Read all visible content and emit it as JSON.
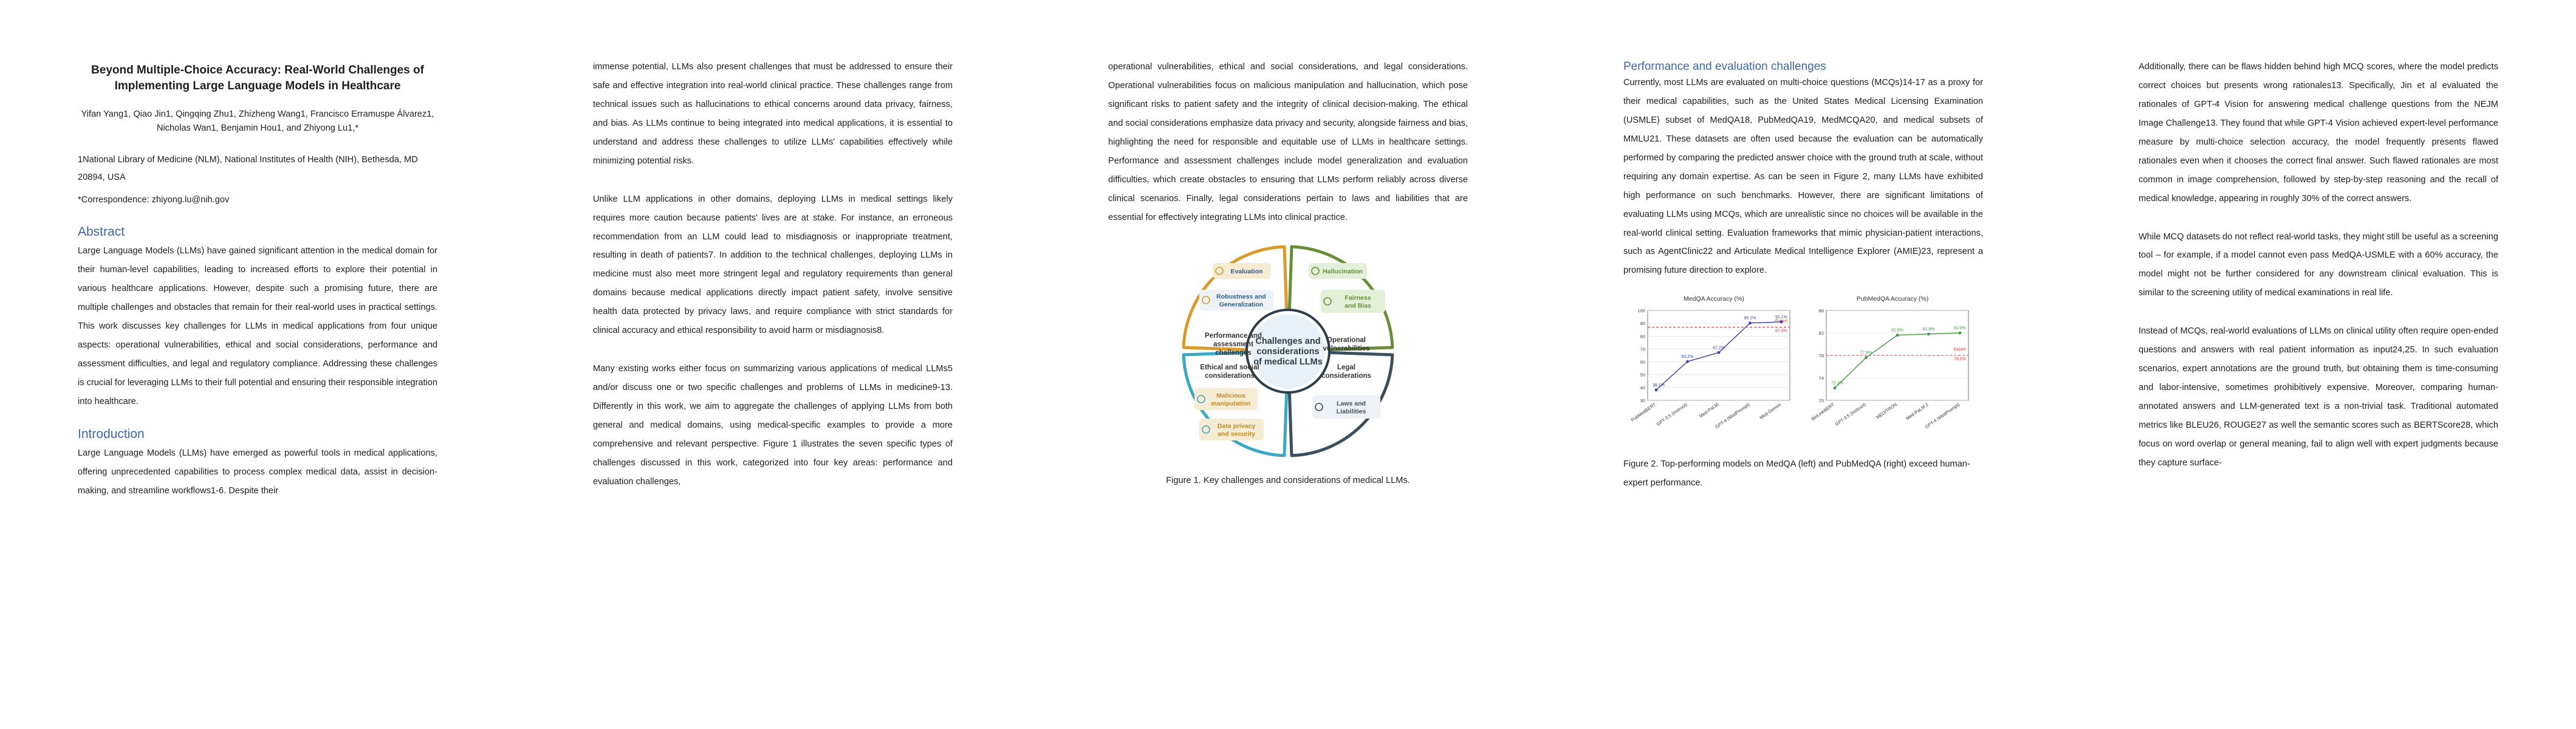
{
  "paper": {
    "title": "Beyond Multiple-Choice Accuracy: Real-World Challenges of Implementing Large Language Models in Healthcare",
    "authors": "Yifan Yang1, Qiao Jin1, Qingqing Zhu1, Zhizheng Wang1, Francisco Erramuspe Álvarez1, Nicholas Wan1, Benjamin Hou1, and Zhiyong Lu1,*",
    "affiliation": "1National Library of Medicine (NLM), National Institutes of Health (NIH), Bethesda, MD 20894, USA",
    "correspondence": "*Correspondence: zhiyong.lu@nih.gov"
  },
  "sections": {
    "abstract_heading": "Abstract",
    "abstract": "Large Language Models (LLMs) have gained significant attention in the medical domain for their human-level capabilities, leading to increased efforts to explore their potential in various healthcare applications. However, despite such a promising future, there are multiple challenges and obstacles that remain for their real-world uses in practical settings. This work discusses key challenges for LLMs in medical applications from four unique aspects: operational vulnerabilities, ethical and social considerations, performance and assessment difficulties, and legal and regulatory compliance. Addressing these challenges is crucial for leveraging LLMs to their full potential and ensuring their responsible integration into healthcare.",
    "intro_heading": "Introduction",
    "intro_p1_start": "Large Language Models (LLMs) have emerged as powerful tools in medical applications, offering unprecedented capabilities to process complex medical data, assist in decision-making, and streamline workflows1-6. Despite their",
    "page2_p1": "immense potential, LLMs also present challenges that must be addressed to ensure their safe and effective integration into real-world clinical practice. These challenges range from technical issues such as hallucinations to ethical concerns around data privacy, fairness, and bias. As LLMs continue to being integrated into medical applications, it is essential to understand and address these challenges to utilize LLMs' capabilities effectively while minimizing potential risks.",
    "page2_p2": "Unlike LLM applications in other domains, deploying LLMs in medical settings likely requires more caution because patients' lives are at stake. For instance, an erroneous recommendation from an LLM could lead to misdiagnosis or inappropriate treatment, resulting in death of patients7. In addition to the technical challenges, deploying LLMs in medicine must also meet more stringent legal and regulatory requirements than general domains because medical applications directly impact patient safety, involve sensitive health data protected by privacy laws, and require compliance with strict standards for clinical accuracy and ethical responsibility to avoid harm or misdiagnosis8.",
    "page2_p3": "Many existing works either focus on summarizing various applications of medical LLMs5 and/or discuss one or two specific challenges and problems of LLMs in medicine9-13. Differently in this work, we aim to aggregate the challenges of applying LLMs from both general and medical domains, using medical-specific examples to provide a more comprehensive and relevant perspective. Figure 1 illustrates the seven specific types of challenges discussed in this work, categorized into four key areas: performance and evaluation challenges,",
    "page3_p1": "operational vulnerabilities, ethical and social considerations, and legal considerations. Operational vulnerabilities focus on malicious manipulation and hallucination, which pose significant risks to patient safety and the integrity of clinical decision-making. The ethical and social considerations emphasize data privacy and security, alongside fairness and bias, highlighting the need for responsible and equitable use of LLMs in healthcare settings. Performance and assessment challenges include model generalization and evaluation difficulties, which create obstacles to ensuring that LLMs perform reliably across diverse clinical scenarios. Finally, legal considerations pertain to laws and liabilities that are essential for effectively integrating LLMs into clinical practice.",
    "figure1_caption": "Figure 1. Key challenges and considerations of medical LLMs.",
    "perf_heading": "Performance and evaluation challenges",
    "page4_p1": "Currently, most LLMs are evaluated on multi-choice questions (MCQs)14-17 as a proxy for their medical capabilities, such as the United States Medical Licensing Examination (USMLE) subset of MedQA18, PubMedQA19, MedMCQA20, and medical subsets of MMLU21. These datasets are often used because the evaluation can be automatically performed by comparing the predicted answer choice with the ground truth at scale, without requiring any domain expertise. As can be seen in Figure 2, many LLMs have exhibited high performance on such benchmarks. However, there are significant limitations of evaluating LLMs using MCQs, which are unrealistic since no choices will be available in the real-world clinical setting. Evaluation frameworks that mimic physician-patient interactions, such as AgentClinic22 and Articulate Medical Intelligence Explorer (AMIE)23, represent a promising future direction to explore.",
    "figure2_caption": "Figure 2. Top-performing models on MedQA (left) and PubMedQA (right) exceed human-expert performance.",
    "page5_p1": "Additionally, there can be flaws hidden behind high MCQ scores, where the model predicts correct choices but presents wrong rationales13. Specifically, Jin et al evaluated the rationales of GPT-4 Vision for answering medical challenge questions from the NEJM Image Challenge13. They found that while GPT-4 Vision achieved expert-level performance measure by multi-choice selection accuracy, the model frequently presents flawed rationales even when it chooses the correct final answer. Such flawed rationales are most common in image comprehension, followed by step-by-step reasoning and the recall of medical knowledge, appearing in roughly 30% of the correct answers.",
    "page5_p2": "While MCQ datasets do not reflect real-world tasks, they might still be useful as a screening tool – for example, if a model cannot even pass MedQA-USMLE with a 60% accuracy, the model might not be further considered for any downstream clinical evaluation. This is similar to the screening utility of medical examinations in real life.",
    "page5_p3": "Instead of MCQs, real-world evaluations of LLMs on clinical utility often require open-ended questions and answers with real patient information as input24,25. In such evaluation scenarios, expert annotations are the ground truth, but obtaining them is time-consuming and labor-intensive, sometimes prohibitively expensive. Moreover, comparing human-annotated answers and LLM-generated text is a non-trivial task. Traditional automated metrics like BLEU26, ROUGE27 as well the semantic scores such as BERTScore28, which focus on word overlap or general meaning, fail to align well with expert judgments because they capture surface-"
  },
  "figure1": {
    "center": [
      "Challenges and",
      "considerations",
      "of medical LLMs"
    ],
    "quadrants": [
      {
        "name": "Performance and assessment challenges",
        "lines": [
          "Performance and",
          "assessment",
          "challenges"
        ],
        "color": "#d99a2b",
        "items": [
          [
            "Evaluation"
          ],
          [
            "Robustness and",
            "Generalization"
          ]
        ]
      },
      {
        "name": "Operational vulnerabilities",
        "lines": [
          "Operational",
          "vulnerabilities"
        ],
        "color": "#6a8d3a",
        "items": [
          [
            "Hallucination"
          ],
          [
            "Fairness",
            "and Bias"
          ]
        ]
      },
      {
        "name": "Ethical and social considerations",
        "lines": [
          "Ethical and social",
          "considerations"
        ],
        "color": "#3aa7c4",
        "items": [
          [
            "Malicious",
            "manipulation"
          ],
          [
            "Data privacy",
            "and security"
          ]
        ]
      },
      {
        "name": "Legal considerations",
        "lines": [
          "Legal",
          "considerations"
        ],
        "color": "#3d4f5c",
        "items": [
          [
            "Laws and",
            "Liabilities"
          ]
        ]
      }
    ]
  },
  "chart_data": [
    {
      "type": "line",
      "title": "MedQA Accuracy (%)",
      "categories": [
        "PubMedBERT",
        "GPT-3.5 (Instruct)",
        "Med-PaLM",
        "GPT-4 (MedPrompt)",
        "Med-Gemini"
      ],
      "series": [
        {
          "values": [
            38.1,
            60.2,
            67.2,
            90.2,
            91.1
          ]
        }
      ],
      "data_labels": [
        "38.1%",
        "60.2%",
        "67.2%",
        "90.2%",
        "91.1%"
      ],
      "yticks": [
        30,
        40,
        50,
        60,
        70,
        80,
        90,
        100
      ],
      "ylim": [
        30,
        100
      ],
      "reference": {
        "label": "Expert",
        "value": 87.0,
        "text": "87.0%"
      },
      "color": "#3b3fb0",
      "grid": true
    },
    {
      "type": "line",
      "title": "PubMedQA Accuracy (%)",
      "categories": [
        "BioLinkBERT",
        "GPT-3.5 (Instruct)",
        "MEDITRON",
        "Med-PaLM 2",
        "GPT-4 (MedPrompt)"
      ],
      "series": [
        {
          "values": [
            72.2,
            77.6,
            81.6,
            81.8,
            82.0
          ]
        }
      ],
      "data_labels": [
        "72.2%",
        "77.6%",
        "81.6%",
        "81.8%",
        "82.0%"
      ],
      "yticks": [
        70,
        74,
        78,
        82,
        86
      ],
      "ylim": [
        70,
        86
      ],
      "reference": {
        "label": "Expert",
        "value": 78.0,
        "text": "78.0%"
      },
      "color": "#3f9a3f",
      "grid": true
    }
  ]
}
